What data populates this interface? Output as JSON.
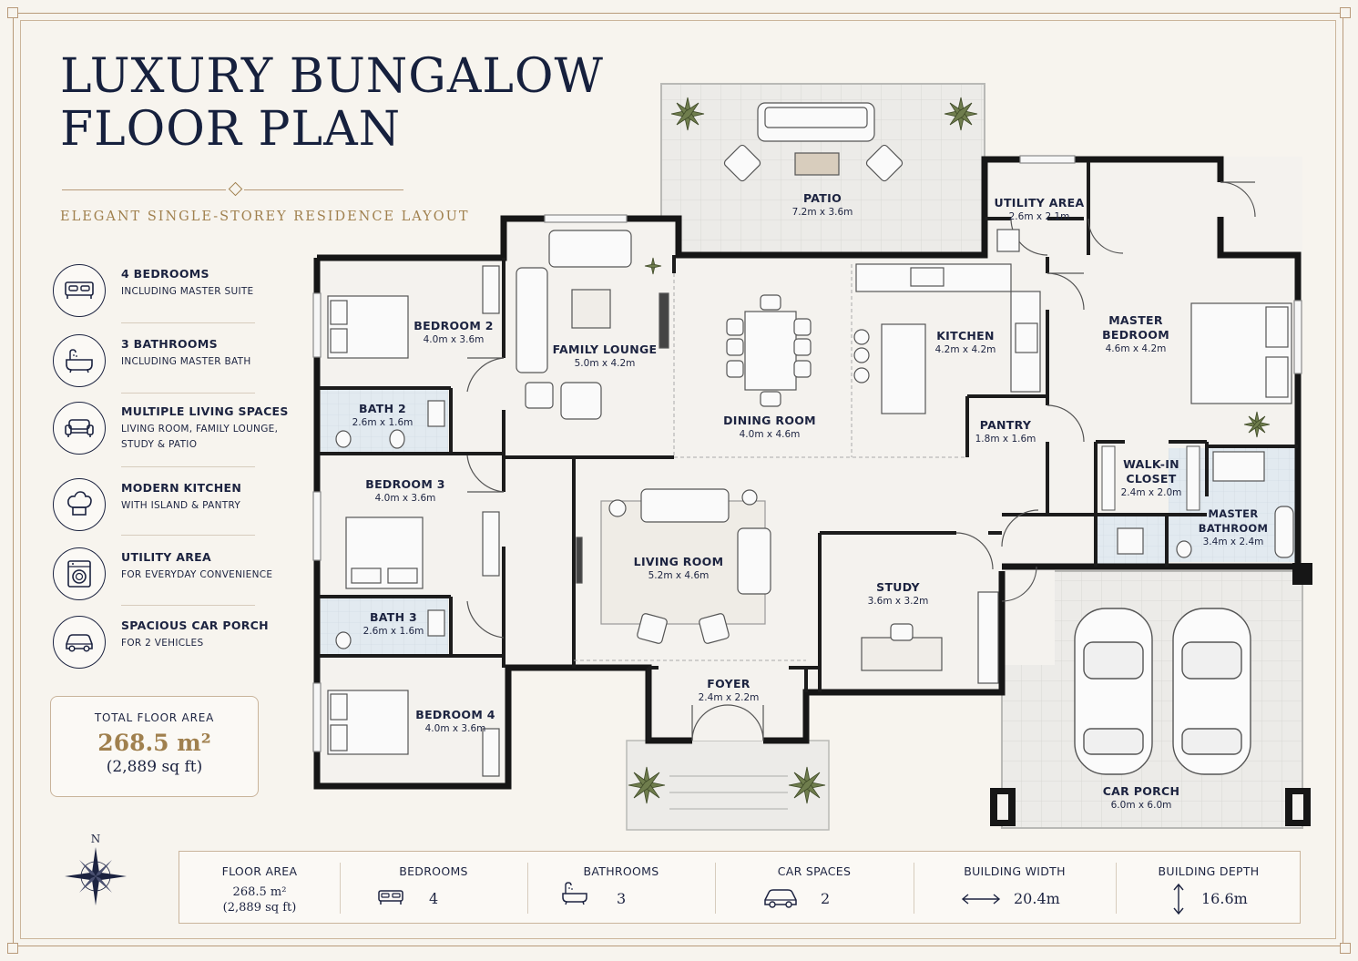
{
  "header": {
    "title_line1": "LUXURY BUNGALOW",
    "title_line2": "FLOOR PLAN",
    "subtitle": "ELEGANT SINGLE-STOREY RESIDENCE LAYOUT"
  },
  "features": [
    {
      "icon": "bed-icon",
      "title": "4 BEDROOMS",
      "lines": [
        "INCLUDING MASTER SUITE"
      ]
    },
    {
      "icon": "bathtub-icon",
      "title": "3 BATHROOMS",
      "lines": [
        "INCLUDING MASTER BATH"
      ]
    },
    {
      "icon": "sofa-icon",
      "title": "MULTIPLE LIVING SPACES",
      "lines": [
        "LIVING ROOM, FAMILY LOUNGE,",
        "STUDY & PATIO"
      ]
    },
    {
      "icon": "chef-hat-icon",
      "title": "MODERN KITCHEN",
      "lines": [
        "WITH ISLAND & PANTRY"
      ]
    },
    {
      "icon": "washing-machine-icon",
      "title": "UTILITY AREA",
      "lines": [
        "FOR EVERYDAY CONVENIENCE"
      ]
    },
    {
      "icon": "car-icon",
      "title": "SPACIOUS CAR PORCH",
      "lines": [
        "FOR 2 VEHICLES"
      ]
    }
  ],
  "total_area": {
    "label": "TOTAL FLOOR AREA",
    "value": "268.5 m²",
    "sqft": "(2,889 sq ft)"
  },
  "compass": {
    "north_label": "N"
  },
  "rooms": [
    {
      "id": "patio",
      "name": "PATIO",
      "dims": "7.2m x 3.6m"
    },
    {
      "id": "utility",
      "name": "UTILITY AREA",
      "dims": "2.6m x 2.1m"
    },
    {
      "id": "bedroom2",
      "name": "BEDROOM 2",
      "dims": "4.0m x 3.6m"
    },
    {
      "id": "family",
      "name": "FAMILY LOUNGE",
      "dims": "5.0m x 4.2m"
    },
    {
      "id": "kitchen",
      "name": "KITCHEN",
      "dims": "4.2m x 4.2m"
    },
    {
      "id": "master",
      "name": "MASTER\nBEDROOM",
      "dims": "4.6m x 4.2m"
    },
    {
      "id": "bath2",
      "name": "BATH 2",
      "dims": "2.6m x 1.6m"
    },
    {
      "id": "dining",
      "name": "DINING ROOM",
      "dims": "4.0m x 4.6m"
    },
    {
      "id": "pantry",
      "name": "PANTRY",
      "dims": "1.8m x 1.6m"
    },
    {
      "id": "walkin",
      "name": "WALK-IN\nCLOSET",
      "dims": "2.4m x 2.0m"
    },
    {
      "id": "bedroom3",
      "name": "BEDROOM 3",
      "dims": "4.0m x 3.6m"
    },
    {
      "id": "masterbath",
      "name": "MASTER\nBATHROOM",
      "dims": "3.4m x 2.4m"
    },
    {
      "id": "living",
      "name": "LIVING ROOM",
      "dims": "5.2m x 4.6m"
    },
    {
      "id": "study",
      "name": "STUDY",
      "dims": "3.6m x 3.2m"
    },
    {
      "id": "bath3",
      "name": "BATH 3",
      "dims": "2.6m x 1.6m"
    },
    {
      "id": "foyer",
      "name": "FOYER",
      "dims": "2.4m x 2.2m"
    },
    {
      "id": "bedroom4",
      "name": "BEDROOM 4",
      "dims": "4.0m x 3.6m"
    },
    {
      "id": "carporch",
      "name": "CAR PORCH",
      "dims": "6.0m x 6.0m"
    }
  ],
  "stats": [
    {
      "label": "FLOOR AREA",
      "value": "268.5 m²",
      "sub": "(2,889 sq ft)",
      "icon": ""
    },
    {
      "label": "BEDROOMS",
      "value": "4",
      "icon": "bed-icon"
    },
    {
      "label": "BATHROOMS",
      "value": "3",
      "icon": "bathtub-icon"
    },
    {
      "label": "CAR SPACES",
      "value": "2",
      "icon": "car-icon"
    },
    {
      "label": "BUILDING WIDTH",
      "value": "20.4m",
      "icon": "width-arrow-icon"
    },
    {
      "label": "BUILDING DEPTH",
      "value": "16.6m",
      "icon": "depth-arrow-icon"
    }
  ],
  "colors": {
    "navy": "#1c2340",
    "gold": "#a0804e",
    "wall": "#1a1a1a",
    "floor": "#f4f2ee",
    "wet_area": "#e4ecf2",
    "porch": "#e8e8e6",
    "plant": "#6f7d4d"
  }
}
